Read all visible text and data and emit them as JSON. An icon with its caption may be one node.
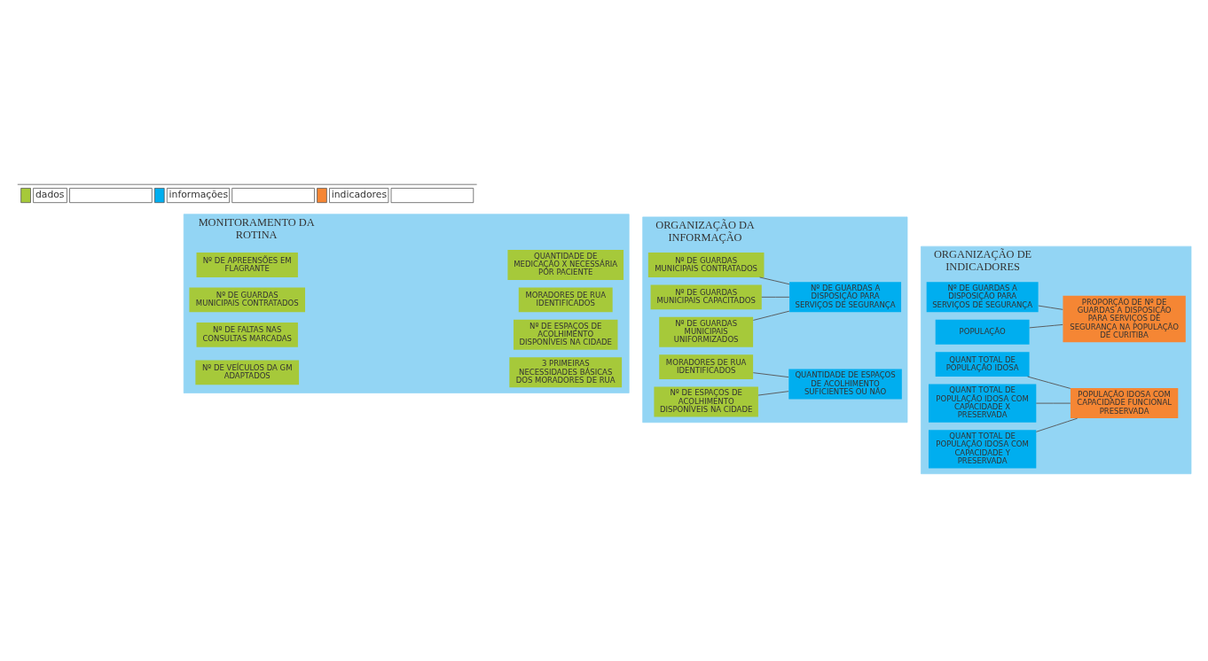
{
  "diagram": {
    "nodes": [
      {
        "text": [
          "MONITORAMENTO DA ROTINA"
        ]
      },
      {
        "text": [
          "Nº DE APREENSÕES EM FLAGRANTE"
        ],
        "in": 0
      },
      {
        "text": [
          "Nº DE GUARDAS MUNICIPAIS CONTRATADOS"
        ],
        "in": 0
      },
      {
        "text": [
          "Nº DE FALTAS NAS CONSULTAS MARCADAS"
        ],
        "in": 0
      },
      {
        "text": [
          "Nº DE VEÍCULOS DA GM ADAPTADOS"
        ],
        "in": 0
      },
      {
        "text": [
          "QUANTIDADE DE MEDICAÇÃO X NECESSÁRIA POR PACIENTE"
        ],
        "in": 0
      },
      {
        "text": [
          "MORADORES DE RUA IDENTIFICADOS"
        ],
        "in": 0
      },
      {
        "text": [
          "Nº DE ESPAÇOS DE ACOLHIMENTO DISPONÍVEIS NA CIDADE"
        ],
        "in": 0
      },
      {
        "text": [
          "3 PRIMEIRAS NECESSIDADES BÁSICAS DOS MORADORES DE RUA"
        ],
        "in": 0
      },
      {
        "text": [
          "ORGANIZAÇÃO DA INFORMAÇÃO"
        ]
      },
      {
        "text": [
          "Nº DE GUARDAS MUNICIPAIS CONTRATADOS"
        ],
        "in": 9
      },
      {
        "text": [
          "Nº DE GUARDAS MUNICIPAIS CAPACITADOS"
        ],
        "in": 9
      },
      {
        "text": [
          "Nº DE GUARDAS MUNICIPAIS UNIFORMIZADOS"
        ],
        "in": 9
      },
      {
        "text": [
          "Nº DE GUARDAS A DISPOSIÇÃO PARA SERVIÇOS DE SEGURANÇA"
        ],
        "in": 9
      },
      {
        "text": [
          "MORADORES DE RUA IDENTIFICADOS"
        ],
        "in": 9
      },
      {
        "text": [
          "Nº DE ESPAÇOS DE ACOLHIMENTO DISPONÍVEIS NA CIDADE"
        ],
        "in": 9
      },
      {
        "text": [
          "QUANTIDADE DE ESPAÇOS DE ACOLHIMENTO SUFICIENTES OU NÃO"
        ],
        "in": 9
      },
      {
        "text": [
          "ORGANIZAÇÃO DE INDICADORES"
        ]
      },
      {
        "text": [
          "Nº DE GUARDAS A DISPOSIÇÃO PARA SERVIÇOS DE SEGURANÇA"
        ],
        "in": 17
      },
      {
        "text": [
          "POPULAÇÃO"
        ],
        "in": 17
      },
      {
        "text": [
          "PROPORÇÃO DE Nº DE GUARDAS A DISPOSIÇÃO PARA SERVIÇOS DE SEGURANÇA NA POPULAÇÃO DE CURITIBA"
        ],
        "in": 17
      },
      {
        "text": [
          "QUANT TOTAL DE POPULAÇÃO IDOSA"
        ],
        "in": 17
      },
      {
        "text": [
          "QUANT TOTAL DE POPULAÇÃO IDOSA COM CAPACIDADE X PRESERVADA"
        ],
        "in": 17
      },
      {
        "text": [
          "QUANT TOTAL DE POPULAÇÃO IDOSA COM CAPACIDADE Y PRESERVADA"
        ],
        "in": 17
      },
      {
        "text": [
          "POPULAÇÃO IDOSA COM CAPACIDADE FUNCIONAL PRESERVADA"
        ],
        "in": 17
      }
    ],
    "edges": [
      {
        "from": 10,
        "to": 13,
        "arrow": "none"
      },
      {
        "from": 11,
        "to": 13,
        "arrow": "none"
      },
      {
        "from": 12,
        "to": 13,
        "arrow": "none"
      },
      {
        "from": 14,
        "to": 16,
        "arrow": "none"
      },
      {
        "from": 15,
        "to": 16,
        "arrow": "none"
      },
      {
        "from": 18,
        "to": 20,
        "arrow": "none"
      },
      {
        "from": 19,
        "to": 20,
        "arrow": "none"
      },
      {
        "from": 21,
        "to": 24,
        "arrow": "none"
      },
      {
        "from": 22,
        "to": 24,
        "arrow": "none"
      },
      {
        "from": 23,
        "to": 24,
        "arrow": "none"
      }
    ],
    "legend": [
      {
        "text": "dados",
        "color": "#a6c93a"
      },
      {
        "text": "informações",
        "color": "#00aeef"
      },
      {
        "text": "indicadores",
        "color": "#f58634"
      }
    ]
  }
}
